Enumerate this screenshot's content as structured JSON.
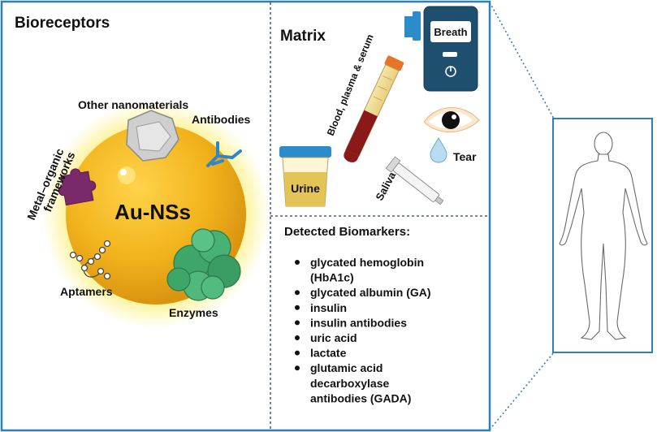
{
  "bioreceptors": {
    "title": "Bioreceptors",
    "center_label": "Au-NSs",
    "labels": {
      "other_nanomaterials": "Other nanomaterials",
      "antibodies": "Antibodies",
      "mof_line1": "Metal–organic",
      "mof_line2": "frameworks",
      "aptamers": "Aptamers",
      "enzymes": "Enzymes"
    }
  },
  "matrix": {
    "title": "Matrix",
    "labels": {
      "breath": "Breath",
      "blood": "Blood, plasma & serum",
      "tear": "Tear",
      "urine": "Urine",
      "saliva": "Saliva"
    }
  },
  "biomarkers": {
    "title": "Detected Biomarkers:",
    "items": [
      [
        "glycated hemoglobin",
        "(HbA1c)"
      ],
      [
        "glycated albumin (GA)"
      ],
      [
        "insulin"
      ],
      [
        "insulin antibodies"
      ],
      [
        "uric acid"
      ],
      [
        "lactate"
      ],
      [
        "glutamic acid",
        "decarboxylase",
        "antibodies (GADA)"
      ]
    ]
  },
  "colors": {
    "frame_blue": "#2f7fbf",
    "gold": "#f0b31c",
    "glow": "#fbf07a",
    "blood": "#8a1a1a",
    "breath_device": "#1f4f6e",
    "urine": "#e3c455",
    "enzyme_green": "#3fa66a",
    "mof_purple": "#7a2a6a"
  }
}
